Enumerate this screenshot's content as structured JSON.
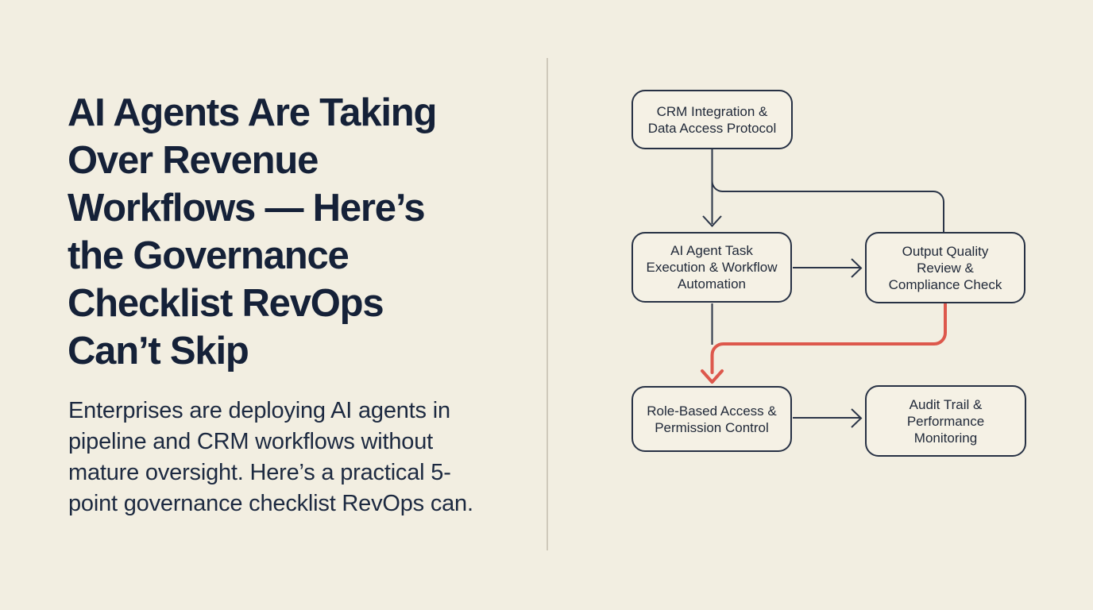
{
  "theme": {
    "background": "#f2eee1",
    "headline_color": "#152138",
    "body_text_color": "#1c2940",
    "node_border_color": "#273144",
    "node_fill_color": "#f5f1e5",
    "edge_color": "#2b3548",
    "highlight_edge_color": "#dd584c",
    "divider_color": "#cfc9bb"
  },
  "hero": {
    "title": "AI Agents Are Taking\nOver Revenue\nWorkflows — Here’s\nthe Governance\nChecklist RevOps\nCan’t Skip",
    "subtitle": "Enterprises are deploying AI agents in\npipeline and CRM workflows without\nmature oversight. Here’s a practical 5-\npoint governance checklist RevOps can."
  },
  "flowchart": {
    "nodes": [
      {
        "id": "crm",
        "label": "CRM Integration &\nData Access Protocol"
      },
      {
        "id": "task",
        "label": "AI Agent Task\nExecution & Workflow\nAutomation"
      },
      {
        "id": "quality",
        "label": "Output Quality\nReview &\nCompliance Check"
      },
      {
        "id": "access",
        "label": "Role-Based Access &\nPermission Control"
      },
      {
        "id": "audit",
        "label": "Audit Trail &\nPerformance\nMonitoring"
      }
    ],
    "edges": [
      {
        "from": "crm",
        "to": "task",
        "style": "arrow",
        "color": "dark"
      },
      {
        "from": "crm",
        "to": "quality",
        "style": "elbow",
        "color": "dark"
      },
      {
        "from": "task",
        "to": "quality",
        "style": "arrow",
        "color": "dark"
      },
      {
        "from": "task",
        "to": "access",
        "style": "stub",
        "color": "dark"
      },
      {
        "from": "quality",
        "to": "access",
        "style": "elbow-arrow",
        "color": "red"
      },
      {
        "from": "access",
        "to": "audit",
        "style": "arrow",
        "color": "dark"
      }
    ]
  }
}
